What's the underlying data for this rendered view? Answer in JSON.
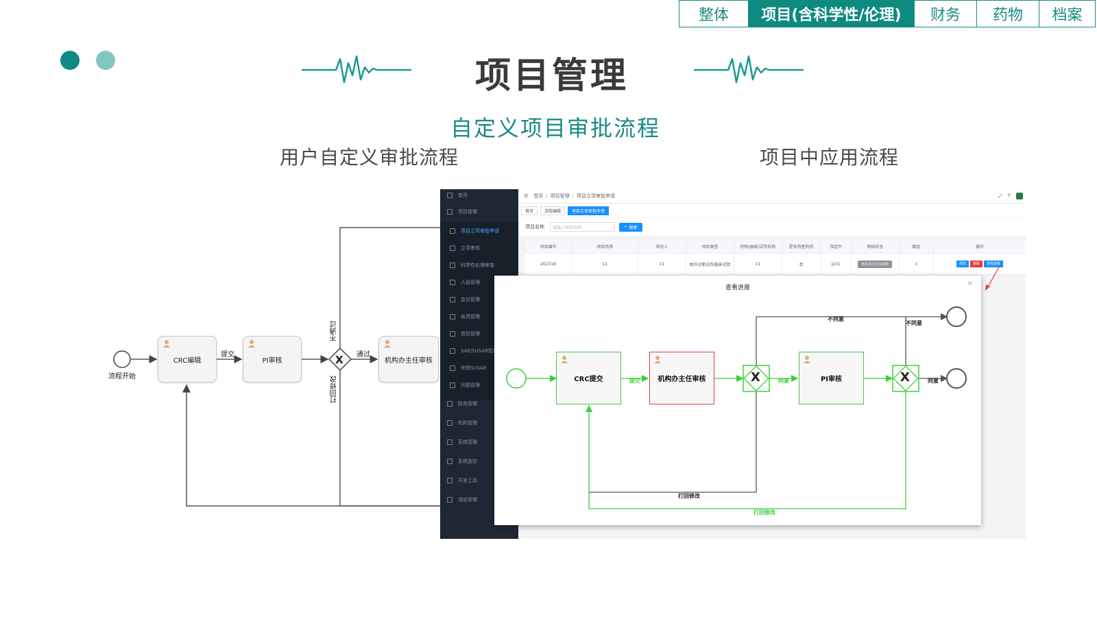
{
  "nav_tabs": [
    {
      "label": "整体",
      "active": false
    },
    {
      "label": "项目(含科学性/伦理)",
      "active": true
    },
    {
      "label": "财务",
      "active": false
    },
    {
      "label": "药物",
      "active": false
    },
    {
      "label": "档案",
      "active": false
    }
  ],
  "colors": {
    "accent": "#0e8a80",
    "accent_light": "#7fc7c0",
    "flow_green": "#3ccf3c",
    "flow_red": "#e23b3b"
  },
  "title": "项目管理",
  "subtitle": "自定义项目审批流程",
  "captions": {
    "left": "用户自定义审批流程",
    "right": "项目中应用流程"
  },
  "left_flow": {
    "start_label": "流程开始",
    "nodes": {
      "crc": "CRC编辑",
      "pi": "PI审核",
      "director": "机构办主任审核"
    },
    "labels": {
      "submit": "提交",
      "pass": "通过",
      "fail": "不通过",
      "reject": "打回修改"
    },
    "gateway_symbol": "X"
  },
  "app": {
    "sidebar": {
      "home": "首页",
      "project_mgmt": "项目管理",
      "sub_items": [
        "项目立项审批申请",
        "立项审核",
        "科学性伦理审查",
        "入组管理",
        "会议管理",
        "结项管理",
        "质控管理",
        "SAE/SUSAR管理",
        "外院SUSAR",
        "问题管理"
      ],
      "items": [
        "财务管理",
        "机构管理",
        "系统管理",
        "系统监控",
        "开发工具",
        "消息管理"
      ]
    },
    "breadcrumb": [
      "首页",
      "项目管理",
      "项目立项审批申请"
    ],
    "tabs": [
      {
        "label": "首页",
        "active": false
      },
      {
        "label": "流程编辑",
        "active": false
      },
      {
        "label": "项目立项审批申请",
        "active": true
      }
    ],
    "search": {
      "label": "项目名称",
      "placeholder": "请输入项目名称",
      "button": "搜索"
    },
    "table": {
      "headers": [
        "项目编号",
        "项目名称",
        "申办人",
        "项目类型",
        "药物/器械/试剂名称",
        "是否有医药药",
        "指定PI",
        "审核状态",
        "期组",
        "操作"
      ],
      "row": [
        "202318",
        "11",
        "11",
        "体外诊断试剂临床试验",
        "11",
        "否",
        "pi31",
        "待机构办主任审核",
        "4",
        ""
      ],
      "ops": [
        {
          "label": "修改",
          "color": "#1890ff"
        },
        {
          "label": "删除",
          "color": "#e23b3b"
        },
        {
          "label": "查看进度",
          "color": "#1890ff"
        }
      ]
    },
    "modal": {
      "title": "查看进度",
      "close": "×",
      "nodes": {
        "crc": "CRC提交",
        "director": "机构办主任审核",
        "pi": "PI审核"
      },
      "labels": {
        "submit": "提交",
        "agree1": "同意",
        "agree2": "同意",
        "disagree1": "不同意",
        "disagree2": "不同意",
        "reject1": "打回修改",
        "reject2": "打回修改"
      },
      "gateway_symbol": "X"
    }
  }
}
